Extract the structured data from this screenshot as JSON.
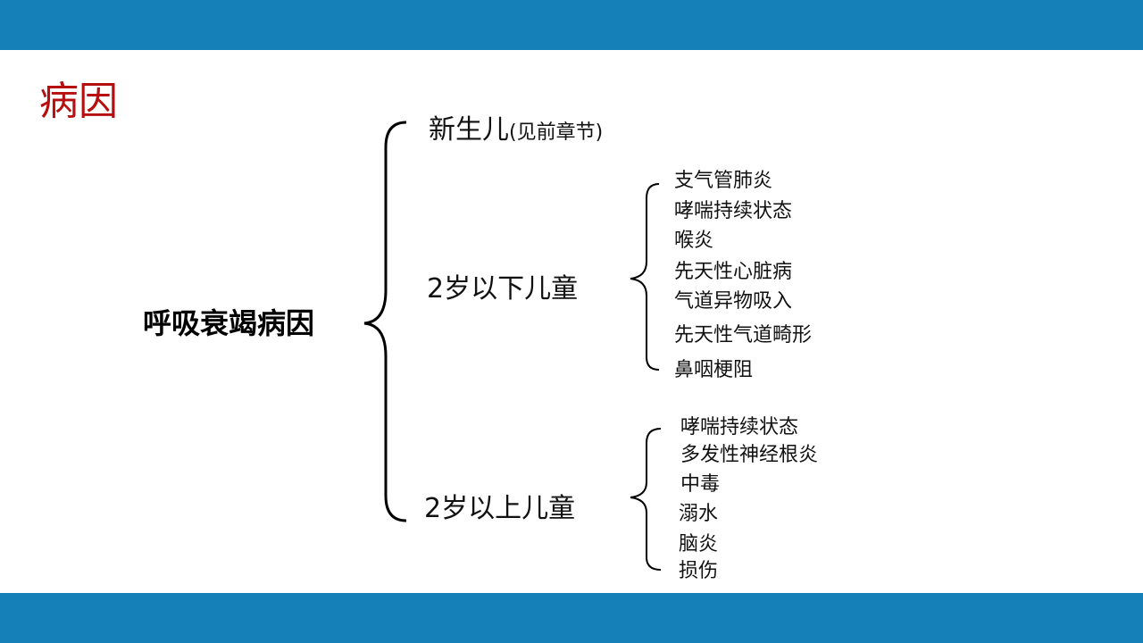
{
  "slide": {
    "title": "病因",
    "colors": {
      "banner": "#1580b8",
      "title": "#b50f0f"
    }
  },
  "diagram": {
    "root": "呼吸衰竭病因",
    "branches": [
      {
        "label": "新生儿",
        "note": "(见前章节)",
        "children": []
      },
      {
        "label": "2岁以下儿童",
        "note": "",
        "children": [
          "支气管肺炎",
          "哮喘持续状态",
          "喉炎",
          "先天性心脏病",
          "气道异物吸入",
          "先天性气道畸形",
          "鼻咽梗阻"
        ]
      },
      {
        "label": "2岁以上儿童",
        "note": "",
        "children": [
          "哮喘持续状态",
          "多发性神经根炎",
          "中毒",
          "溺水",
          "脑炎",
          "损伤"
        ]
      }
    ]
  }
}
